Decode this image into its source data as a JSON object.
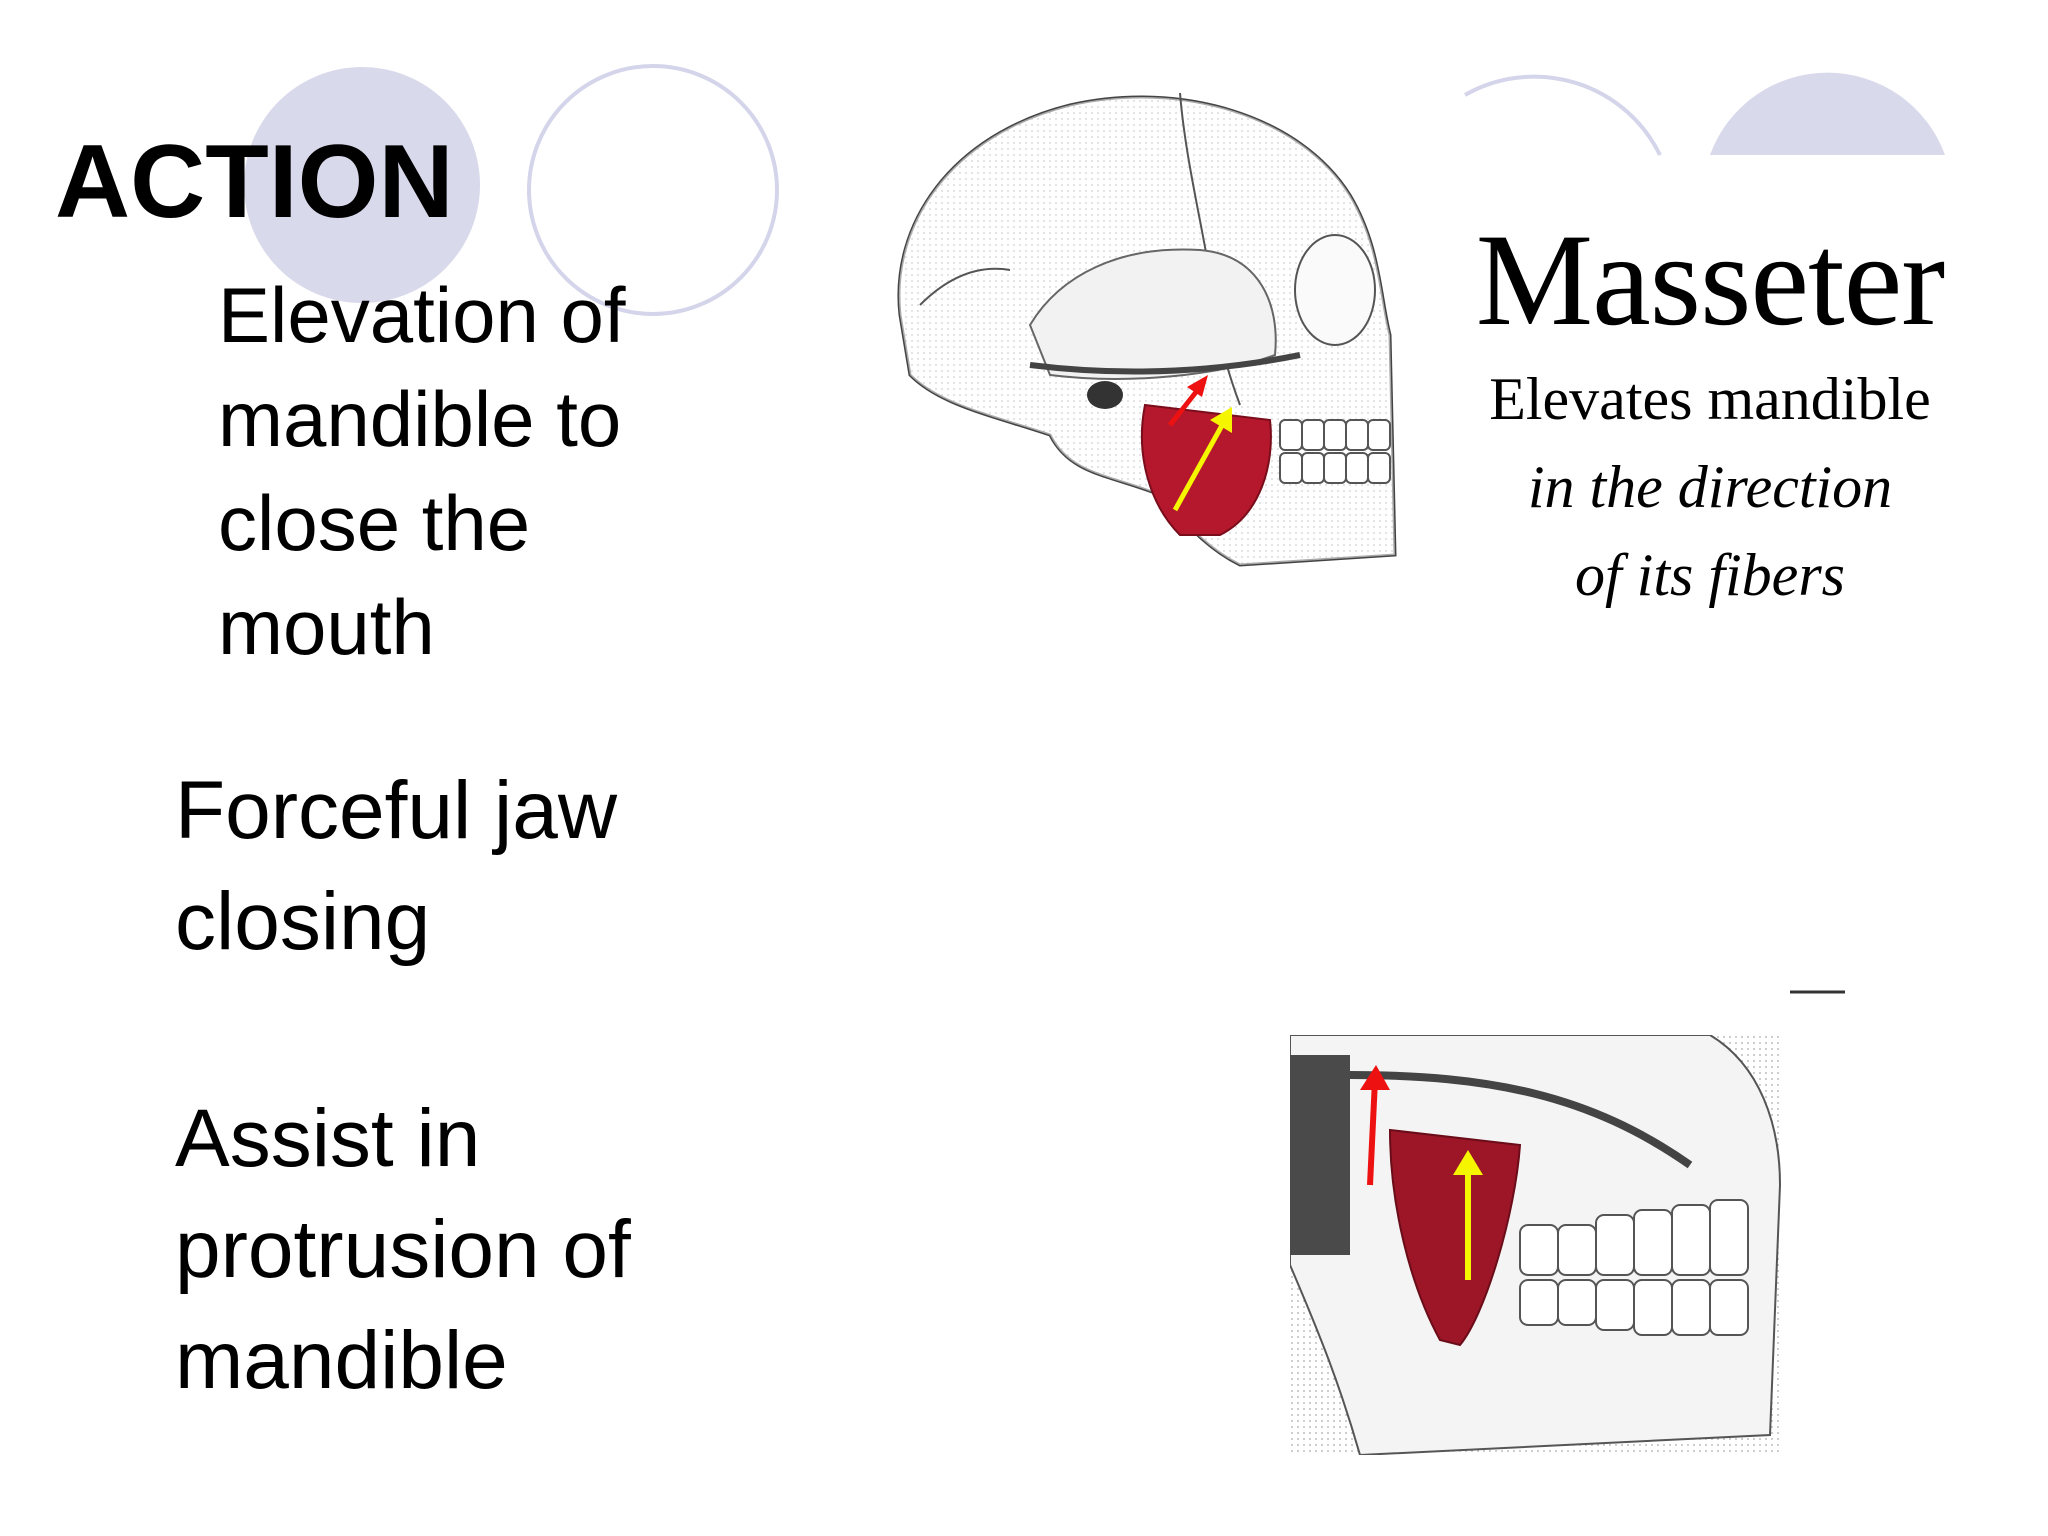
{
  "slide": {
    "title": "ACTION",
    "bullets": [
      "Elevation of\nmandible to\nclose the\nmouth",
      "Forceful jaw\nclosing",
      "Assist in\nprotrusion of\nmandible"
    ],
    "caption": {
      "title": "Masseter",
      "line1": "Elevates mandible",
      "line2": "in the direction",
      "line3": "of its fibers"
    }
  },
  "colors": {
    "decor_circle": "#d9d9ec",
    "decor_ring": "#c8c8e2",
    "muscle": "#b5182c",
    "arrow_red": "#ee1111",
    "arrow_yellow": "#f5f500"
  }
}
